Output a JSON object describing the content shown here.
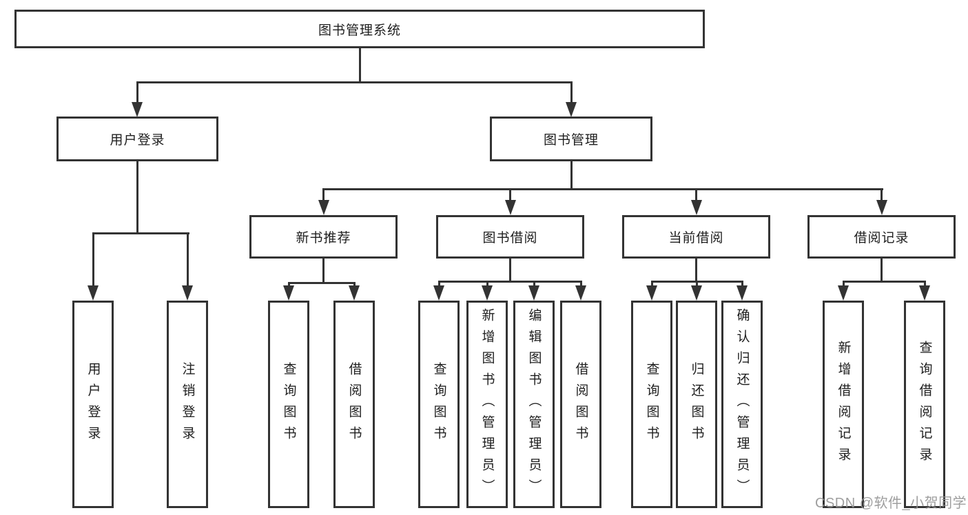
{
  "diagram": {
    "root": {
      "label": "图书管理系统"
    },
    "user_login": {
      "label": "用户登录",
      "children": [
        "用户登录",
        "注销登录"
      ]
    },
    "book_mgmt": {
      "label": "图书管理",
      "sections": {
        "new_book": {
          "label": "新书推荐",
          "children": [
            "查询图书",
            "借阅图书"
          ]
        },
        "book_borrow": {
          "label": "图书借阅",
          "children": [
            "查询图书",
            "新增图书（管理员）",
            "编辑图书（管理员）",
            "借阅图书"
          ]
        },
        "current_borrow": {
          "label": "当前借阅",
          "children": [
            "查询图书",
            "归还图书",
            "确认归还（管理员）"
          ]
        },
        "borrow_record": {
          "label": "借阅记录",
          "children": [
            "新增借阅记录",
            "查询借阅记录"
          ]
        }
      }
    }
  },
  "watermark": "CSDN @软件_小贺同学",
  "colors": {
    "line": "#333333",
    "text": "#1e1e1e",
    "watermark": "#949494",
    "background": "#ffffff"
  }
}
